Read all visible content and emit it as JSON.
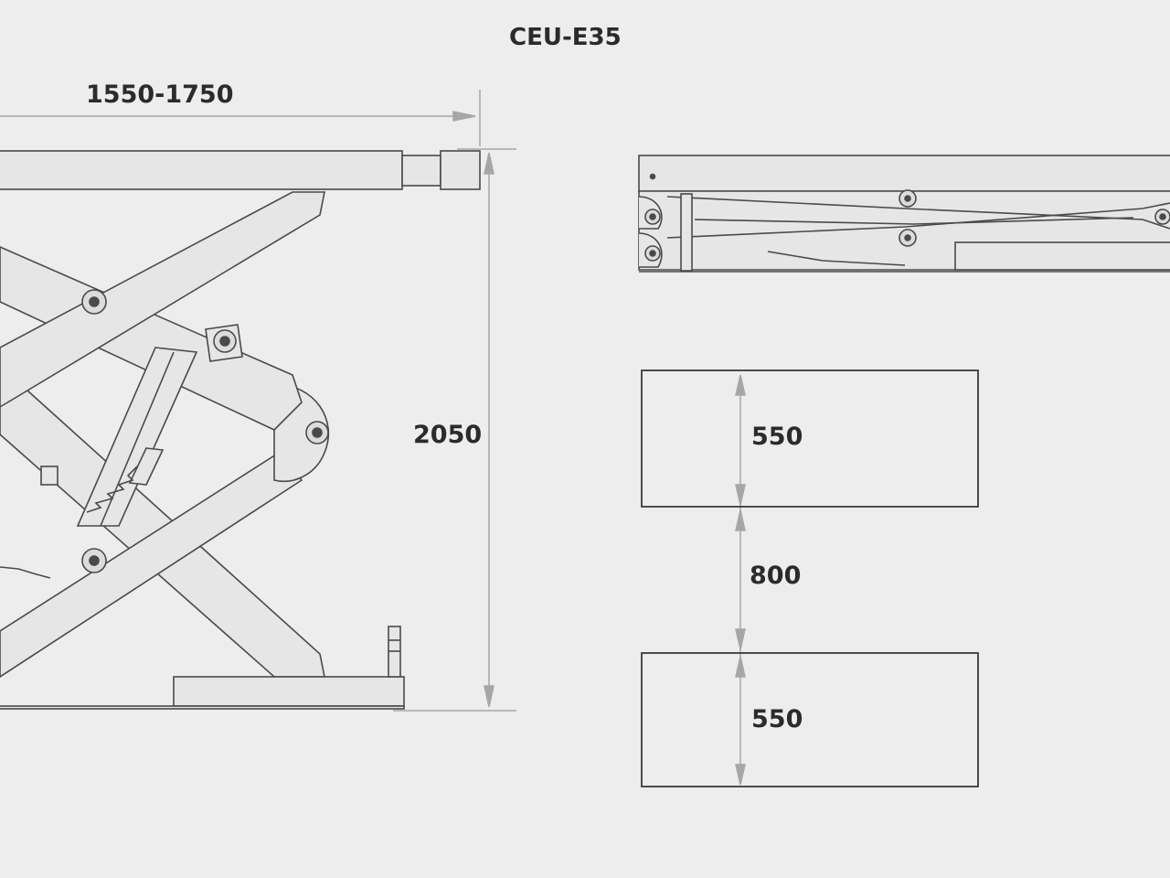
{
  "title": "CEU-E35",
  "dimensions": {
    "length": "1550-1750",
    "height": "2050",
    "pad_front": "550",
    "pad_gap": "800",
    "pad_rear": "550"
  },
  "colors": {
    "background": "#ededed",
    "line": "#4a4a4a",
    "fill": "#e6e6e6",
    "dim_line": "#a6a6a6",
    "text": "#2b2b2b"
  }
}
